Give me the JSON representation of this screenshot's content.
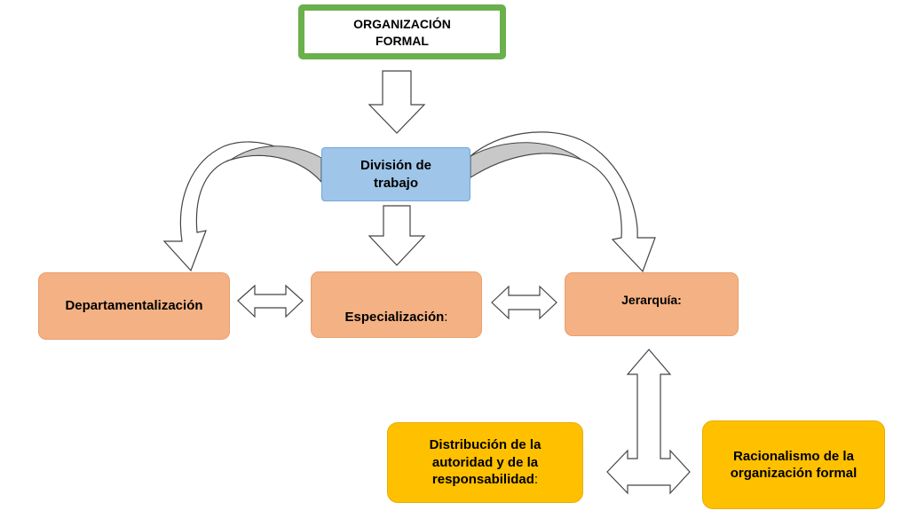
{
  "diagram": {
    "title": "ORGANIZACIÓN\nFORMAL",
    "division": "División de\ntrabajo",
    "departamentalizacion": "Departamentalización",
    "especializacion": "Especialización",
    "especializacion_suffix": ":",
    "jerarquia": "Jerarquía:",
    "distribucion": "Distribución de la\nautoridad y de la\nresponsabilidad",
    "distribucion_suffix": ":",
    "racionalismo": "Racionalismo de la\norganización formal"
  },
  "colors": {
    "title_border": "#6ab04c",
    "division_fill": "#9fc5e8",
    "orange_fill": "#f4b183",
    "yellow_fill": "#ffc000",
    "curved_arrow_shade": "#c8c8c8"
  }
}
